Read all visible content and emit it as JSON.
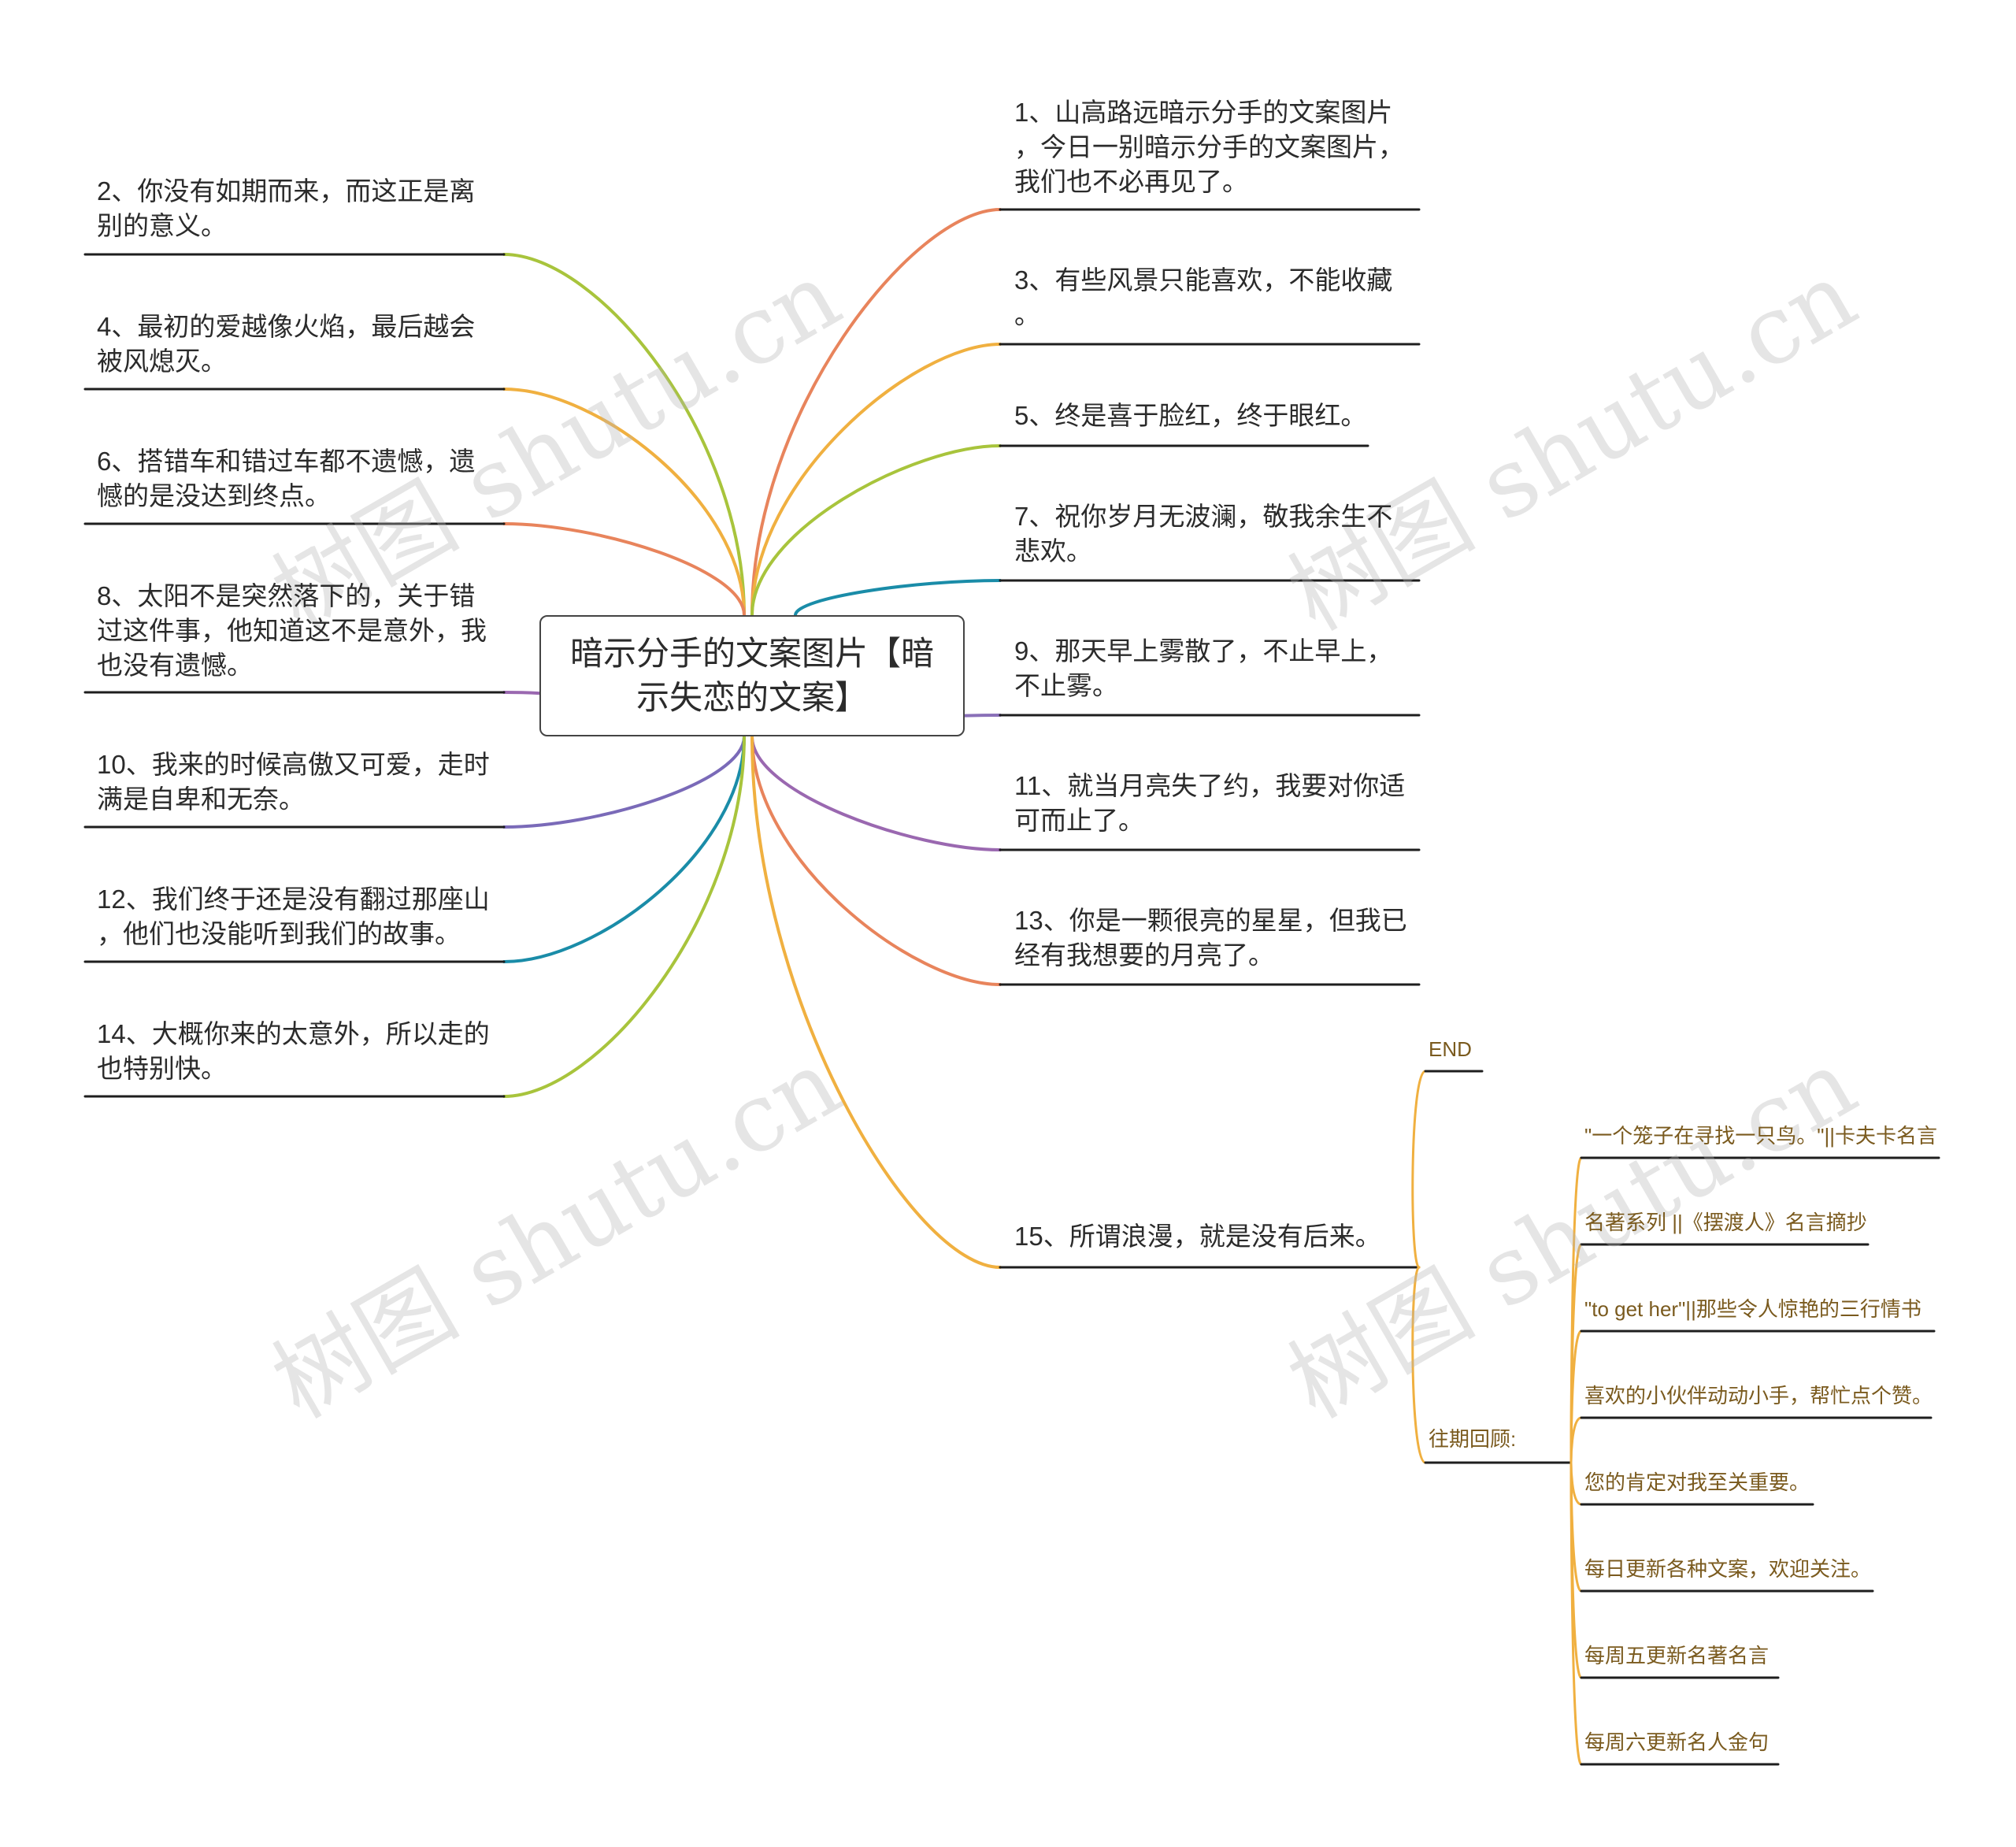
{
  "center": {
    "title": "暗示分手的文案图片【暗\n示失恋的文案】"
  },
  "right_nodes": [
    {
      "text": "1、山高路远暗示分手的文案图片\n，今日一别暗示分手的文案图片，\n我们也不必再见了。",
      "color": "#e8845c"
    },
    {
      "text": "3、有些风景只能喜欢，不能收藏\n。",
      "color": "#f0b040"
    },
    {
      "text": "5、终是喜于脸红，终于眼红。",
      "color": "#a8c43c"
    },
    {
      "text": "7、祝你岁月无波澜，敬我余生不\n悲欢。",
      "color": "#1a8ca8"
    },
    {
      "text": "9、那天早上雾散了，不止早上，\n不止雾。",
      "color": "#8a70b8"
    },
    {
      "text": "11、就当月亮失了约，我要对你适\n可而止了。",
      "color": "#9a68b0"
    },
    {
      "text": "13、你是一颗很亮的星星，但我已\n经有我想要的月亮了。",
      "color": "#e8845c"
    },
    {
      "text": "15、所谓浪漫，就是没有后来。",
      "color": "#f0b040"
    }
  ],
  "left_nodes": [
    {
      "text": "2、你没有如期而来，而这正是离\n别的意义。",
      "color": "#a8c43c"
    },
    {
      "text": "4、最初的爱越像火焰，最后越会\n被风熄灭。",
      "color": "#f0b040"
    },
    {
      "text": "6、搭错车和错过车都不遗憾，遗\n憾的是没达到终点。",
      "color": "#e8845c"
    },
    {
      "text": "8、太阳不是突然落下的，关于错\n过这件事，他知道这不是意外，我\n也没有遗憾。",
      "color": "#9a68b0"
    },
    {
      "text": "10、我来的时候高傲又可爱，走时\n满是自卑和无奈。",
      "color": "#7a6ab8"
    },
    {
      "text": "12、我们终于还是没有翻过那座山\n，他们也没能听到我们的故事。",
      "color": "#1a8ca8"
    },
    {
      "text": "14、大概你来的太意外，所以走的\n也特别快。",
      "color": "#a8c43c"
    }
  ],
  "sub": {
    "end_label": "END",
    "review_label": "往期回顾:",
    "review_items": [
      "\"一个笼子在寻找一只鸟。\"||卡夫卡名言",
      "名著系列 ||《摆渡人》名言摘抄",
      "\"to get her\"||那些令人惊艳的三行情书",
      "喜欢的小伙伴动动小手，帮忙点个赞。",
      "您的肯定对我至关重要。",
      "每日更新各种文案，欢迎关注。",
      "每周五更新名著名言",
      "每周六更新名人金句"
    ],
    "color": "#f0b040"
  },
  "watermark": "树图 shutu.cn"
}
